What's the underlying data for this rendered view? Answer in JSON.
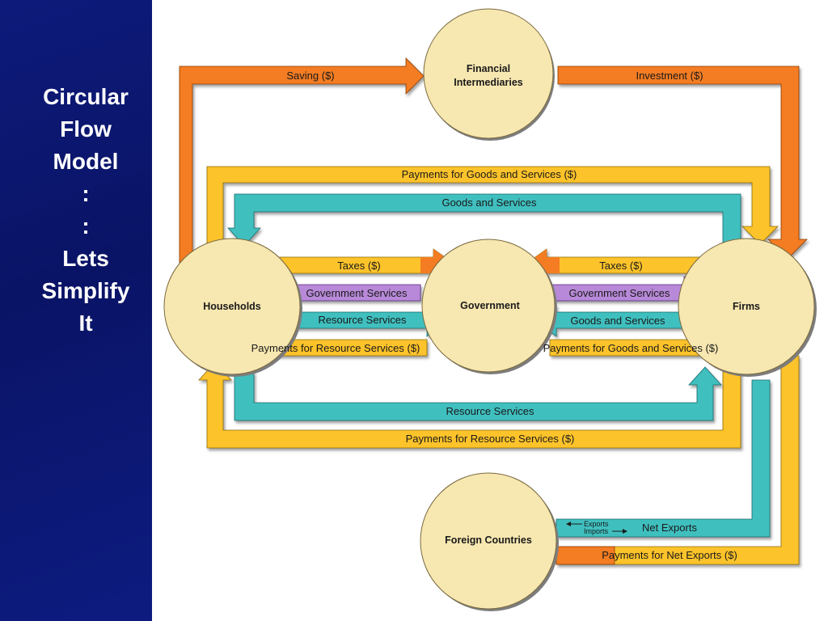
{
  "slide": {
    "title_lines": [
      "Circular",
      "Flow",
      "Model",
      ":",
      ":",
      "Lets",
      "Simplify",
      "It"
    ]
  },
  "colors": {
    "sidebar": "#0d1a7a",
    "orange": "#f47b20",
    "yellow": "#fdc32a",
    "teal": "#3fbfbf",
    "purple": "#b889d8",
    "node_fill": "#f7e7b0"
  },
  "nodes": {
    "financial": "Financial Intermediaries",
    "households": "Households",
    "government": "Government",
    "firms": "Firms",
    "foreign": "Foreign Countries"
  },
  "flows": {
    "saving": "Saving ($)",
    "investment": "Investment ($)",
    "payments_goods_top": "Payments for Goods and Services ($)",
    "goods_services_top": "Goods and Services",
    "taxes_left": "Taxes ($)",
    "taxes_right": "Taxes ($)",
    "gov_services_left": "Government Services",
    "gov_services_right": "Government Services",
    "resource_services_left": "Resource Services",
    "goods_services_right": "Goods and Services",
    "payments_resource_left": "Payments for Resource Services ($)",
    "payments_goods_right": "Payments for Goods and Services ($)",
    "resource_services_bottom": "Resource Services",
    "payments_resource_bottom": "Payments for Resource Services ($)",
    "exports": "Exports",
    "imports": "Imports",
    "net_exports": "Net Exports",
    "payments_net_exports": "Payments for Net Exports ($)"
  }
}
